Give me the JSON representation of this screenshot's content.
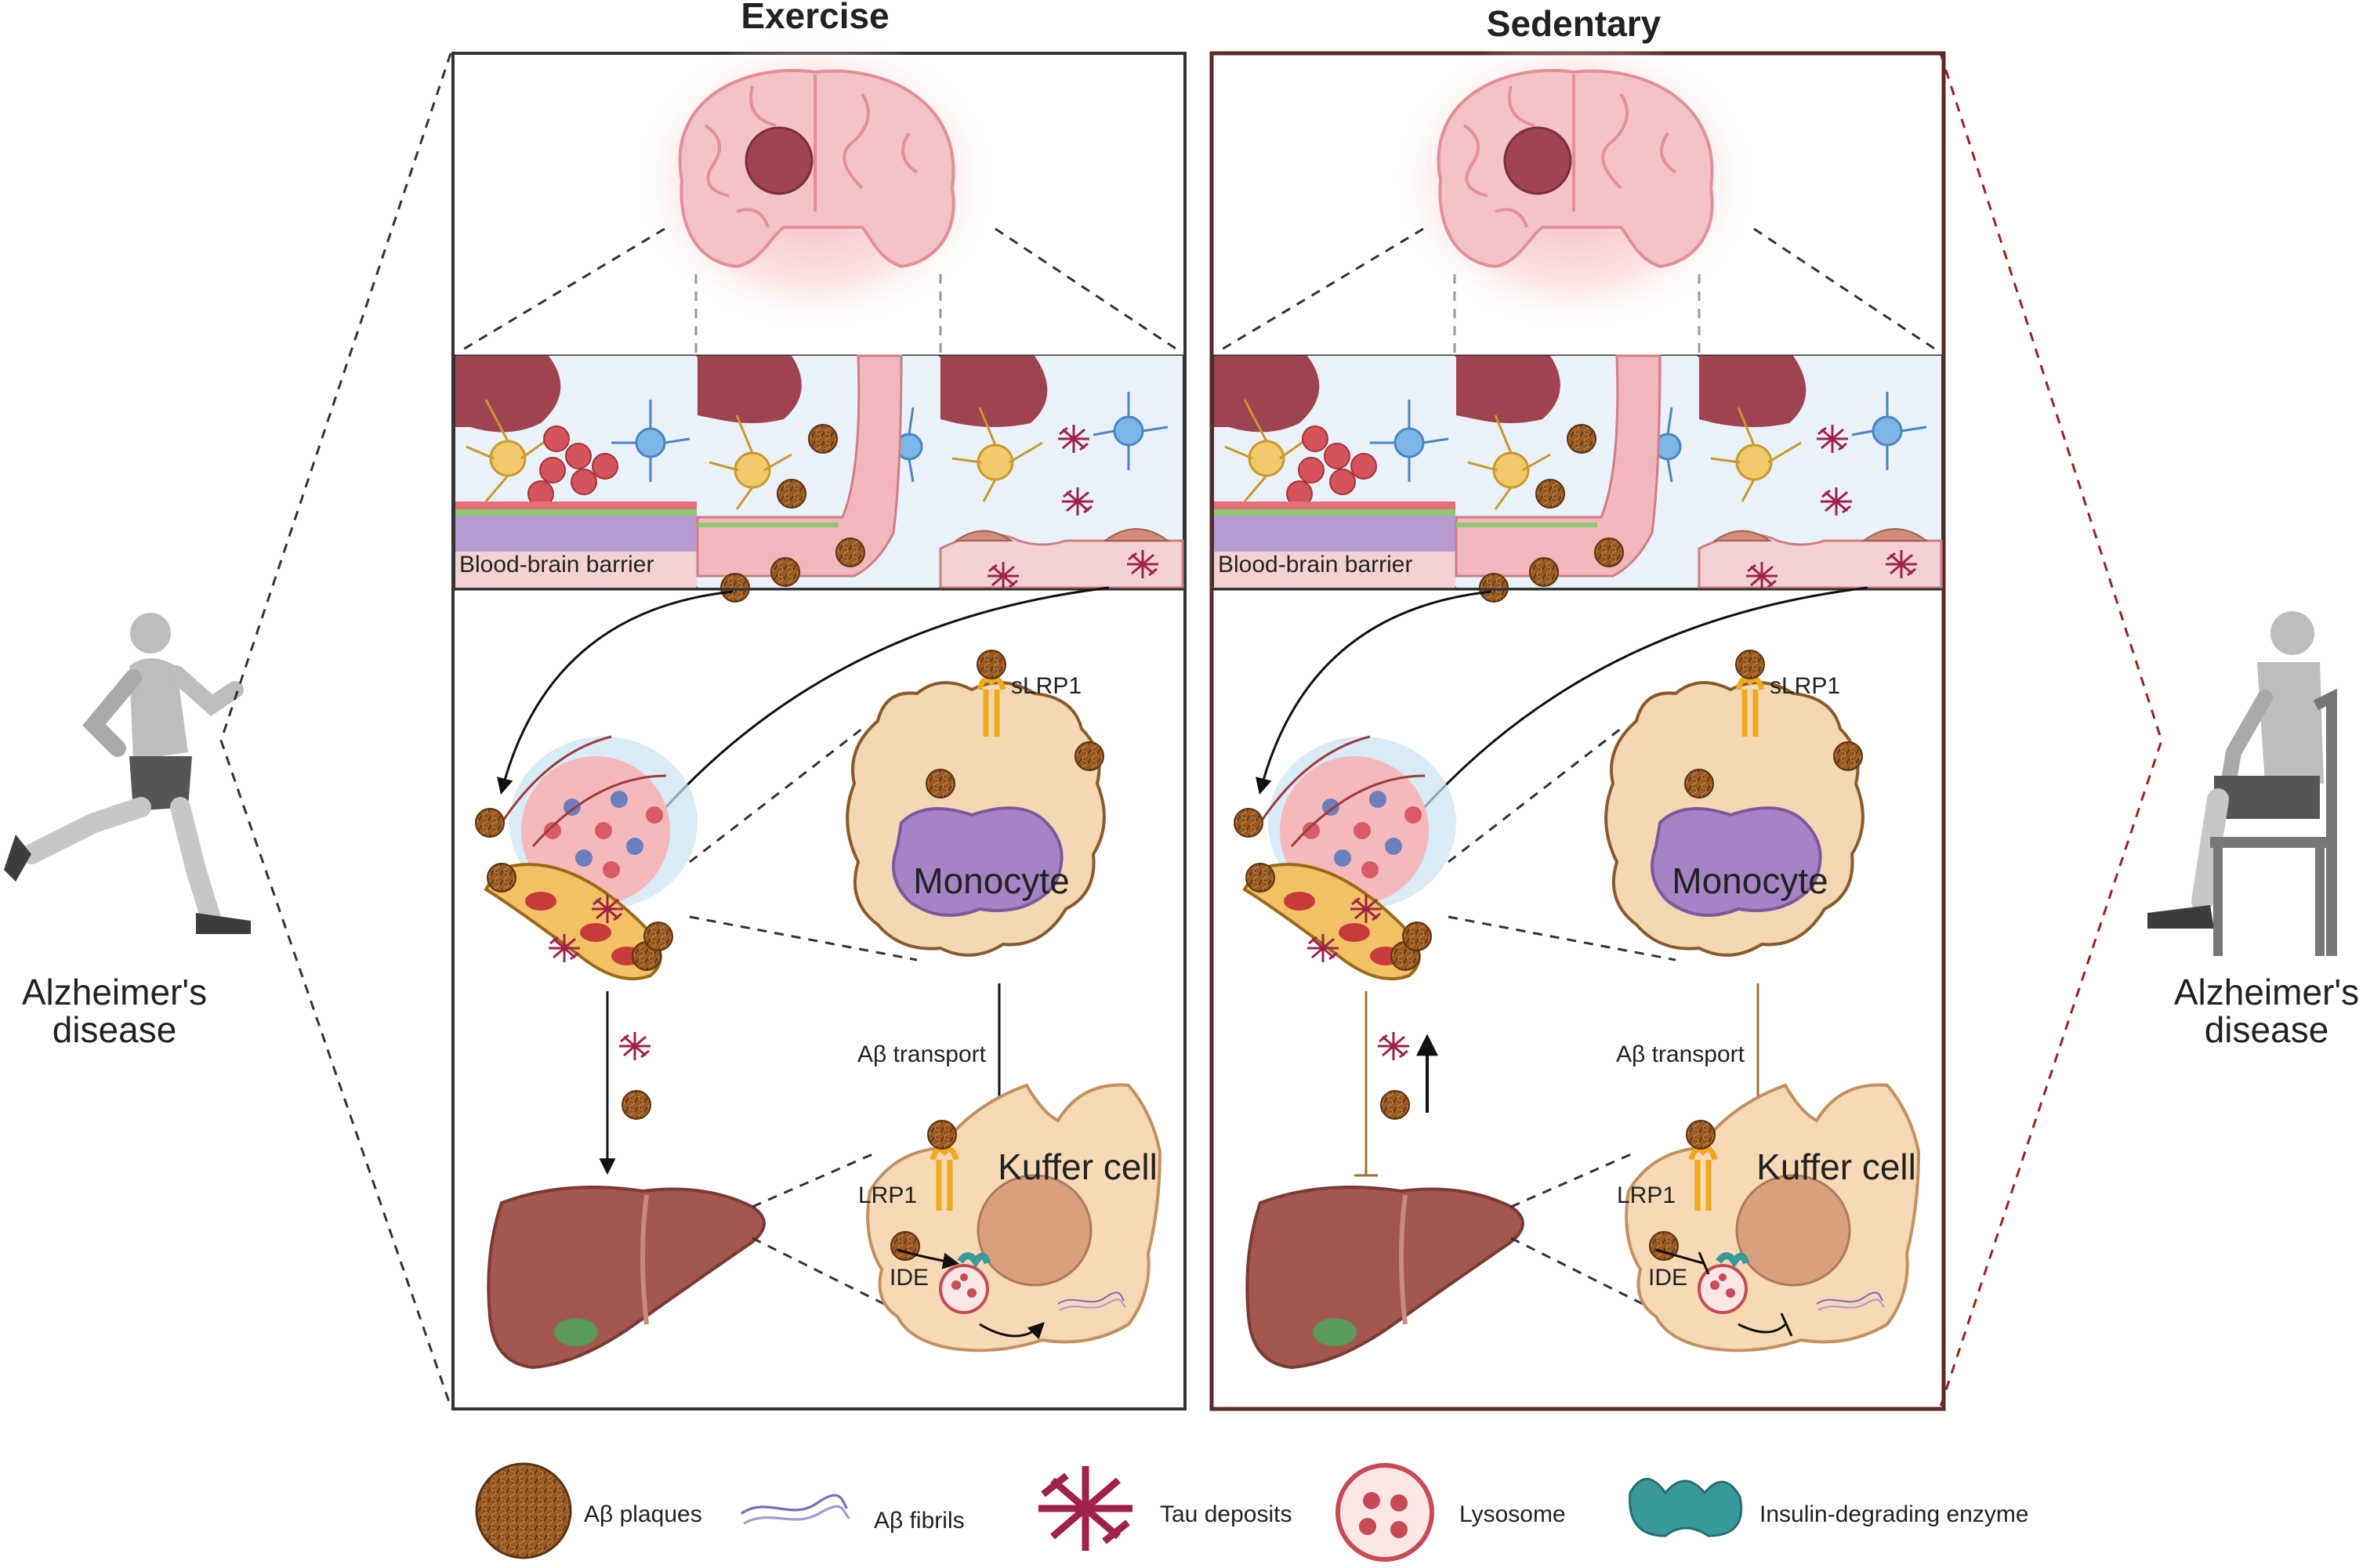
{
  "panels": {
    "exercise": {
      "title": "Exercise",
      "bbb_label": "Blood-brain barrier",
      "receptor_soluble": "sLRP1",
      "monocyte": "Monocyte",
      "transport": "Aβ transport",
      "kupffer": "Kuffer cell",
      "receptor": "LRP1",
      "enzyme": "IDE"
    },
    "sedentary": {
      "title": "Sedentary",
      "bbb_label": "Blood-brain barrier",
      "receptor_soluble": "sLRP1",
      "monocyte": "Monocyte",
      "transport": "Aβ transport",
      "kupffer": "Kuffer cell",
      "receptor": "LRP1",
      "enzyme": "IDE"
    }
  },
  "left_figure": {
    "label_line1": "Alzheimer's",
    "label_line2": "disease"
  },
  "right_figure": {
    "label_line1": "Alzheimer's",
    "label_line2": "disease"
  },
  "legend": [
    {
      "icon": "amyloid-plaque-icon",
      "label": "Aβ plaques"
    },
    {
      "icon": "amyloid-fibril-icon",
      "label": "Aβ fibrils"
    },
    {
      "icon": "tau-deposit-icon",
      "label": "Tau deposits"
    },
    {
      "icon": "lysosome-icon",
      "label": "Lysosome"
    },
    {
      "icon": "insulin-degrading-enzyme-icon",
      "label": "Insulin-degrading enzyme"
    }
  ],
  "colors": {
    "brain": "#f3c3c5",
    "plaque": "#9a5a24",
    "monocyte_body": "#f4d8b4",
    "monocyte_nucleus": "#a683c4",
    "liver": "#a3574e",
    "kupffer_body": "#f7d9b5",
    "receptor": "#f0a81c",
    "exercise_dash": "#333333",
    "sedentary_dash": "#a02020",
    "inhibit_line": "#a07030"
  }
}
